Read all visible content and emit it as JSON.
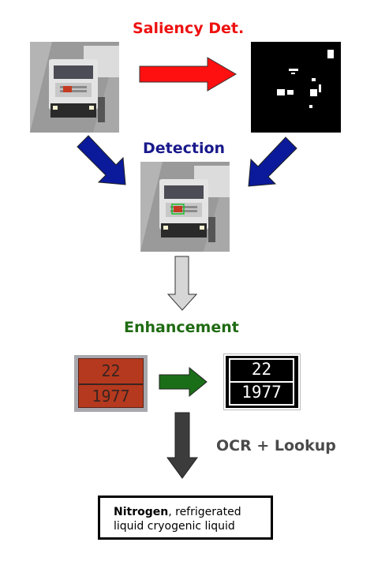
{
  "labels": {
    "saliency": "Saliency Det.",
    "detection": "Detection",
    "enhancement": "Enhancement",
    "ocr": "OCR + Lookup"
  },
  "plate": {
    "top_number": "22",
    "bottom_number": "1977"
  },
  "result": {
    "substance": "Nitrogen",
    "description": ", refrigerated liquid cryogenic liquid"
  },
  "colors": {
    "saliency": "#ee1111",
    "detection": "#1a1a8c",
    "enhancement": "#1f6b12",
    "ocr": "#4a4a4a",
    "arrow_red": "#ff1010",
    "arrow_blue": "#0a1a9a",
    "arrow_green": "#1b6e18",
    "arrow_gray_light": "#d6d6d6",
    "arrow_gray_dark": "#3c3c3c",
    "plate_orange": "#b5391e"
  },
  "icons": {
    "truck_photo": "truck-photo",
    "saliency_map": "saliency-map",
    "plate_photo": "plate-photo",
    "plate_binarized": "plate-binarized"
  }
}
